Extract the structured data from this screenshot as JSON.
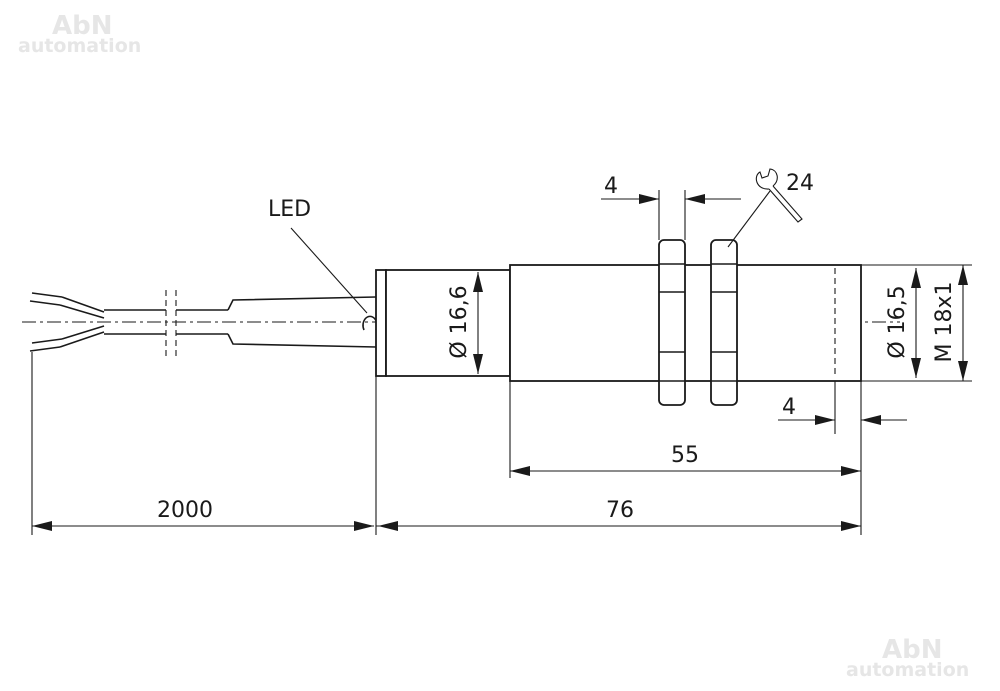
{
  "watermark": {
    "line1": "AbN",
    "line2": "automation"
  },
  "labels": {
    "led": "LED",
    "wrench_size": "24",
    "nut_width": "4",
    "thread_end": "4",
    "thread_length": "55",
    "body_length": "76",
    "cable_length": "2000",
    "diameter_head": "Ø 16,6",
    "diameter_body": "Ø 16,5",
    "thread": "M 18x1"
  },
  "colors": {
    "line": "#1a1a1a",
    "background": "#ffffff",
    "watermark": "#e6e6e6"
  },
  "icons": {
    "wrench": "wrench-icon"
  }
}
